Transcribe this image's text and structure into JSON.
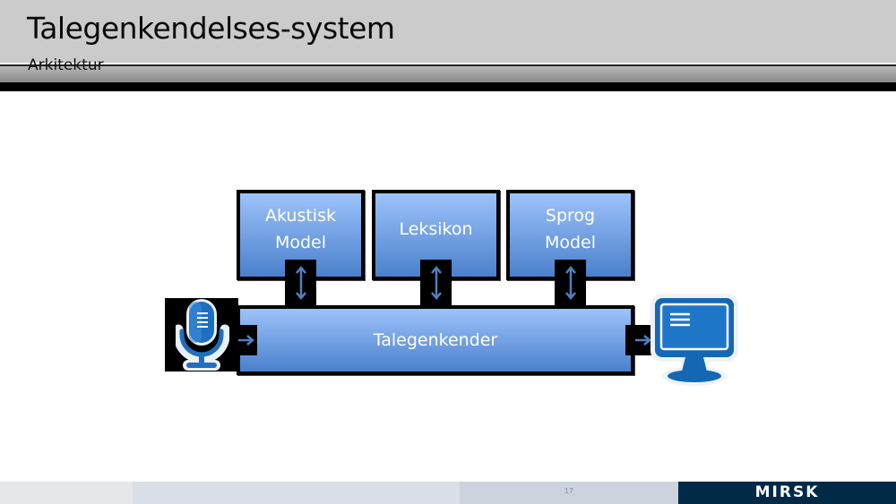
{
  "header": {
    "title": "Talegenkendelses-system",
    "subtitle": "Arkitektur"
  },
  "diagram": {
    "components": [
      {
        "id": "acoustic-model",
        "label_lines": [
          "Akustisk",
          "Model"
        ]
      },
      {
        "id": "lexicon",
        "label_lines": [
          "Leksikon"
        ]
      },
      {
        "id": "language-model",
        "label_lines": [
          "Sprog",
          "Model"
        ]
      }
    ],
    "recognizer": {
      "label": "Talegenkender"
    },
    "input_icon": "microphone-icon",
    "output_icon": "monitor-icon",
    "connections": [
      {
        "from": "acoustic-model",
        "to": "recognizer",
        "type": "bidirectional"
      },
      {
        "from": "lexicon",
        "to": "recognizer",
        "type": "bidirectional"
      },
      {
        "from": "language-model",
        "to": "recognizer",
        "type": "bidirectional"
      },
      {
        "from": "microphone",
        "to": "recognizer",
        "type": "directed"
      },
      {
        "from": "recognizer",
        "to": "monitor",
        "type": "directed"
      }
    ],
    "colors": {
      "box_top": "#9dc3fa",
      "box_bottom": "#4a80cc",
      "arrow": "#4f81bd",
      "border": "#000000"
    }
  },
  "footer": {
    "page_number": "17",
    "logo": "MIRSK",
    "logo_bg": "#002a46"
  }
}
